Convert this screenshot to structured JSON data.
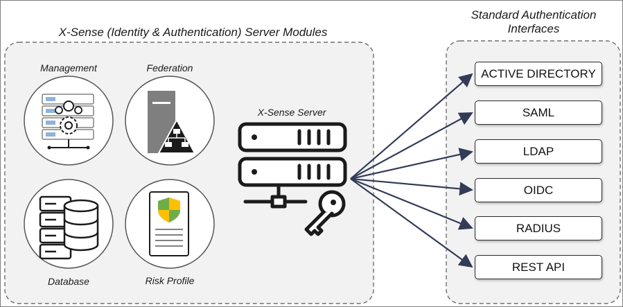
{
  "left_panel": {
    "title": "X-Sense (Identity & Authentication) Server Modules",
    "modules": [
      {
        "label": "Management",
        "icon": "management-server-users-gear-icon"
      },
      {
        "label": "Federation",
        "icon": "federation-server-network-icon"
      },
      {
        "label": "Database",
        "icon": "database-server-icon"
      },
      {
        "label": "Risk Profile",
        "icon": "risk-profile-document-shield-icon"
      }
    ],
    "server_label": "X-Sense Server",
    "server_icon": "server-with-key-icon"
  },
  "right_panel": {
    "title": "Standard Authentication Interfaces",
    "interfaces": [
      "ACTIVE DIRECTORY",
      "SAML",
      "LDAP",
      "OIDC",
      "RADIUS",
      "REST API"
    ]
  },
  "colors": {
    "arrow": "#323b57",
    "panel_fill": "#f2f2f2",
    "panel_border": "#6e6e6e",
    "icon_dark": "#1b1b1b",
    "icon_gray": "#808080",
    "icon_accent_blue": "#8fb3d9",
    "shield_green": "#70ad47",
    "shield_yellow": "#ffc000",
    "shield_blue": "#5b9bd5"
  }
}
